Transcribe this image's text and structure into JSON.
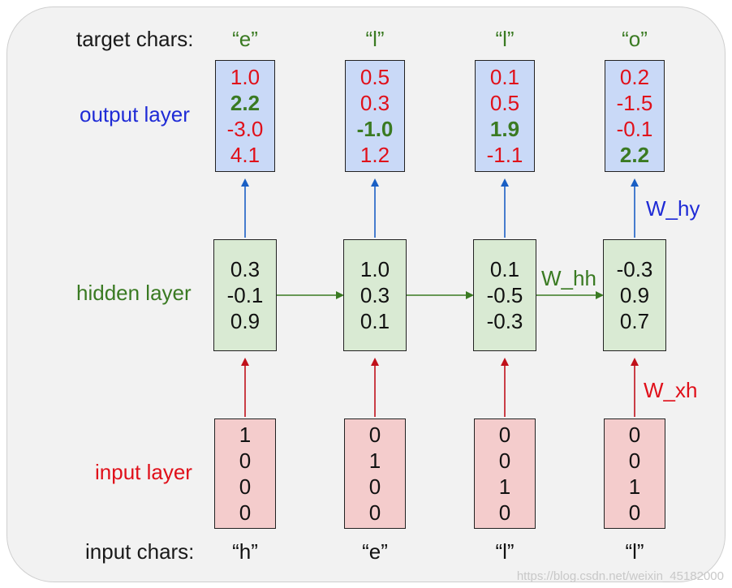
{
  "labels": {
    "target_chars": "target chars:",
    "output_layer": "output layer",
    "hidden_layer": "hidden layer",
    "input_layer": "input layer",
    "input_chars": "input chars:"
  },
  "weights": {
    "w_hy": "W_hy",
    "w_hh": "W_hh",
    "w_xh": "W_xh"
  },
  "steps": [
    {
      "target": "“e”",
      "input_char": "“h”",
      "output": [
        "1.0",
        "2.2",
        "-3.0",
        "4.1"
      ],
      "output_highlight": 1,
      "hidden": [
        "0.3",
        "-0.1",
        "0.9"
      ],
      "input": [
        "1",
        "0",
        "0",
        "0"
      ]
    },
    {
      "target": "“l”",
      "input_char": "“e”",
      "output": [
        "0.5",
        "0.3",
        "-1.0",
        "1.2"
      ],
      "output_highlight": 2,
      "hidden": [
        "1.0",
        "0.3",
        "0.1"
      ],
      "input": [
        "0",
        "1",
        "0",
        "0"
      ]
    },
    {
      "target": "“l”",
      "input_char": "“l”",
      "output": [
        "0.1",
        "0.5",
        "1.9",
        "-1.1"
      ],
      "output_highlight": 2,
      "hidden": [
        "0.1",
        "-0.5",
        "-0.3"
      ],
      "input": [
        "0",
        "0",
        "1",
        "0"
      ]
    },
    {
      "target": "“o”",
      "input_char": "“l”",
      "output": [
        "0.2",
        "-1.5",
        "-0.1",
        "2.2"
      ],
      "output_highlight": 3,
      "hidden": [
        "-0.3",
        "0.9",
        "0.7"
      ],
      "input": [
        "0",
        "0",
        "1",
        "0"
      ]
    }
  ],
  "colors": {
    "output_fill": "#c9d9f7",
    "hidden_fill": "#d9ead3",
    "input_fill": "#f4cccc",
    "blue_arrow": "#1a5fc4",
    "green_arrow": "#3a7a22",
    "red_arrow": "#c0101a"
  },
  "watermark": "https://blog.csdn.net/weixin_45182000"
}
